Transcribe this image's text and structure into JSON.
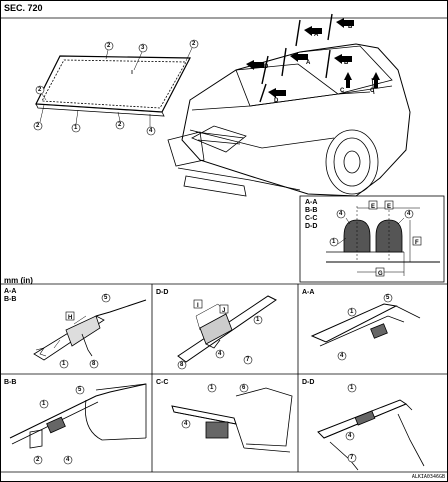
{
  "header": {
    "section": "SEC. 720"
  },
  "units": "mm (in)",
  "figure_id": "ALKIA0346GB",
  "callouts": [
    "1",
    "2",
    "3",
    "4",
    "5",
    "6",
    "7",
    "8"
  ],
  "dimension_labels": [
    "E",
    "F",
    "G",
    "H",
    "I",
    "J"
  ],
  "section_markers": [
    "A",
    "B",
    "C",
    "D"
  ],
  "detail_panels": {
    "profile": "A-A\nB-B\nC-C\nD-D",
    "p1": "A-A\nB-B",
    "p2": "D-D",
    "p3": "A-A",
    "p4": "B-B",
    "p5": "C-C",
    "p6": "D-D"
  }
}
